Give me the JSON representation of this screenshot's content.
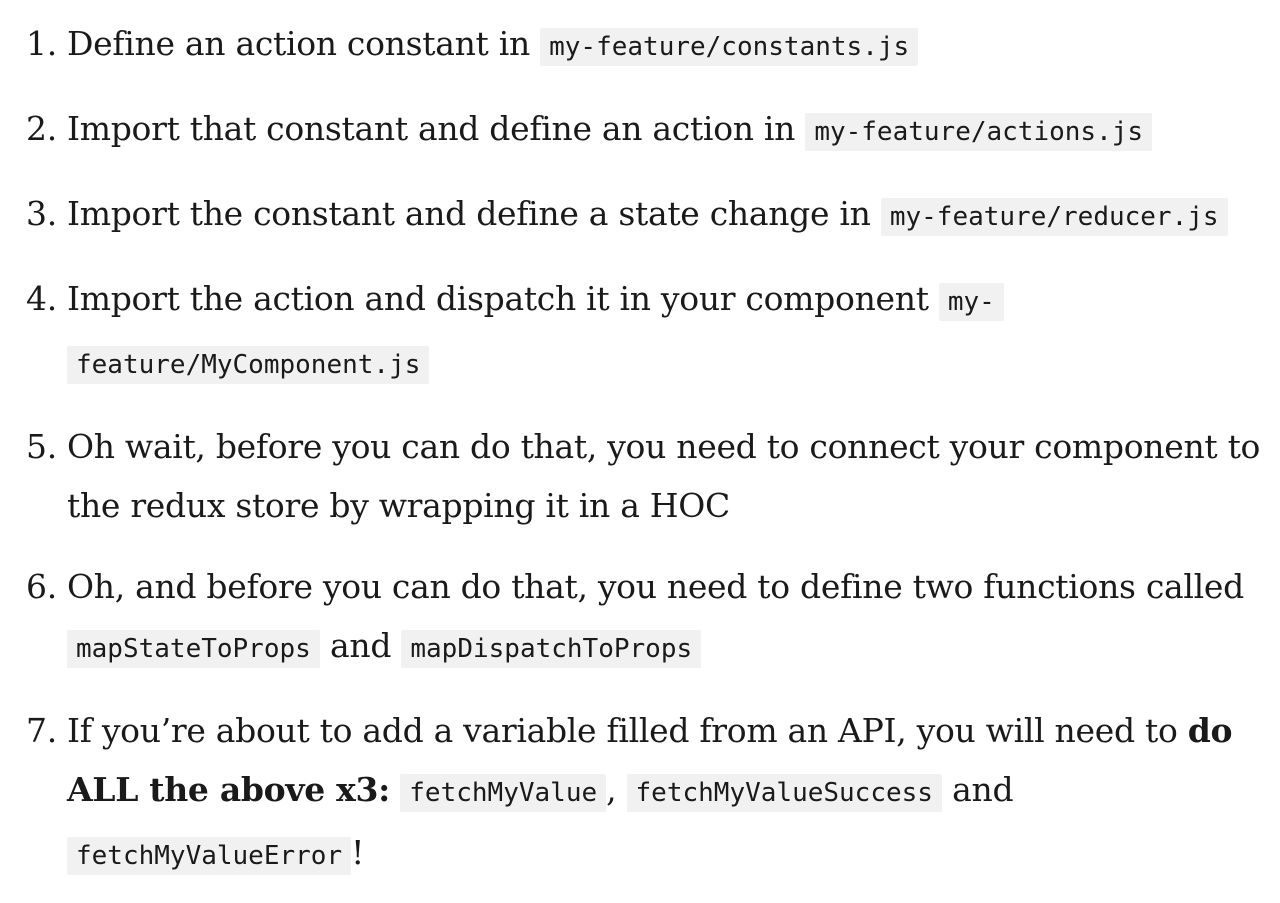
{
  "steps": [
    {
      "num": "1.",
      "text1": "Define an action constant in",
      "code1": "my-feature/constants.js"
    },
    {
      "num": "2.",
      "text1": "Import that constant and define an action in",
      "code1": "my-feature/actions.js"
    },
    {
      "num": "3.",
      "text1": "Import the constant and define a state change in",
      "code1": "my-feature/reducer.js"
    },
    {
      "num": "4.",
      "text1": "Import the action and dispatch it in your component",
      "code1a": "my-",
      "code1b": "feature/MyComponent.js"
    },
    {
      "num": "5.",
      "text1": "Oh wait, before you can do that, you need to connect your component to the redux store by wrapping it in a HOC"
    },
    {
      "num": "6.",
      "text1": "Oh, and before you can do that, you need to define two functions called",
      "code1": "mapStateToProps",
      "text2": "and",
      "code2": "mapDispatchToProps"
    },
    {
      "num": "7.",
      "text1": "If you’re about to add a variable filled from an API, you will need to",
      "bold1": "do ALL the above x3:",
      "code1": "fetchMyValue",
      "sep1": ",",
      "code2": "fetchMyValueSuccess",
      "text2": "and",
      "code3": "fetchMyValueError",
      "end": "!"
    }
  ]
}
